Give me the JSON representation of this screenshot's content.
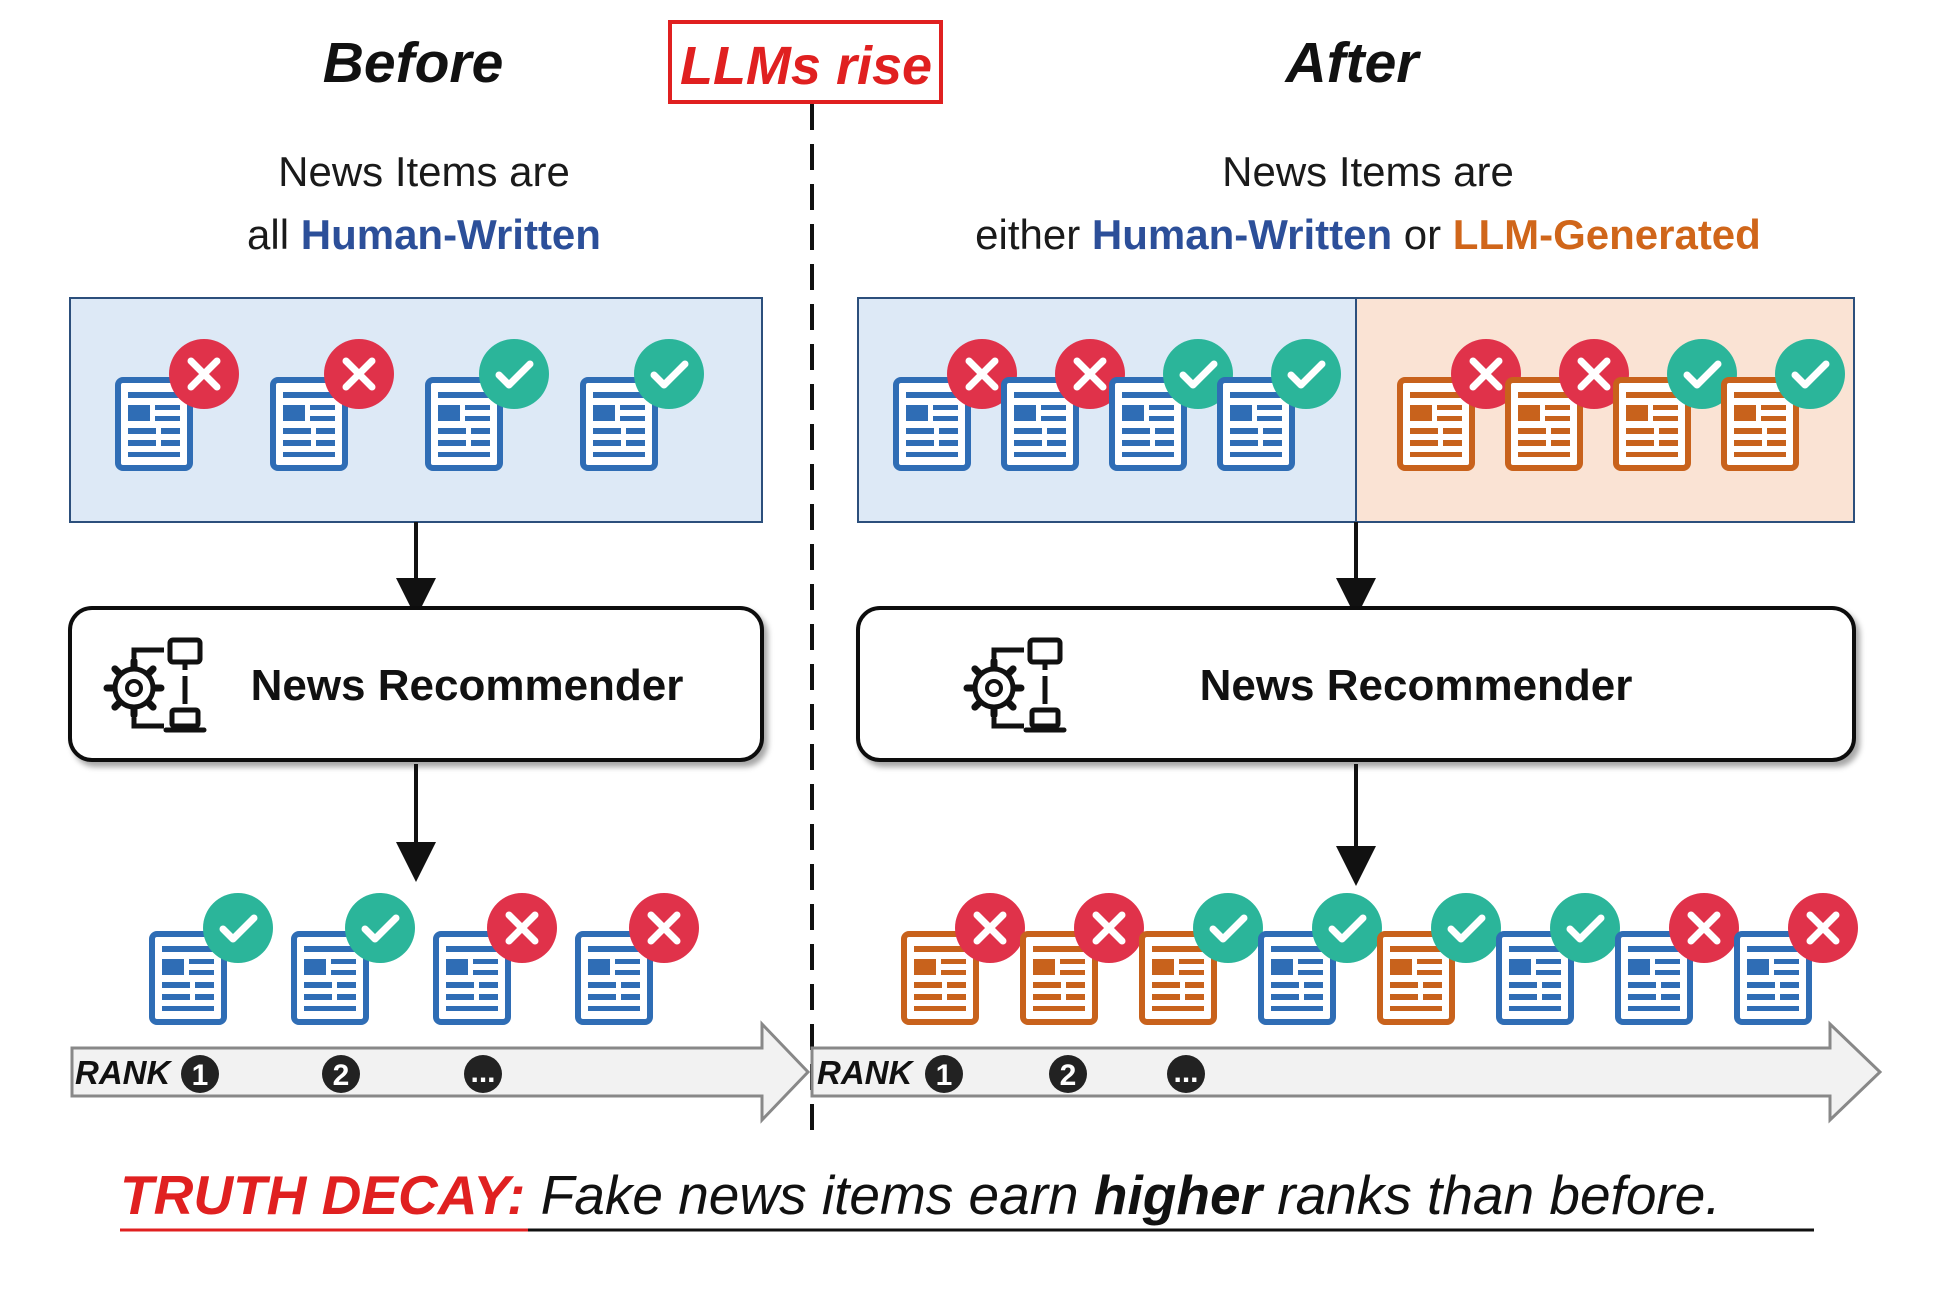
{
  "left": {
    "title": "Before",
    "desc_line1": "News Items are",
    "desc_line2_prefix": "all ",
    "desc_line2_human": "Human-Written",
    "recommender": "News Recommender",
    "pool": [
      "human-fake",
      "human-fake",
      "human-real",
      "human-real"
    ],
    "ranked": [
      "human-real",
      "human-real",
      "human-fake",
      "human-fake"
    ],
    "rank_label": "RANK",
    "rank_marks": [
      "1",
      "2",
      "..."
    ]
  },
  "divider_label": "LLMs rise",
  "right": {
    "title": "After",
    "desc_line1": "News Items are",
    "desc_line2_prefix": "either ",
    "desc_line2_human": "Human-Written",
    "desc_line2_mid": " or ",
    "desc_line2_llm": "LLM-Generated",
    "recommender": "News Recommender",
    "pool_human": [
      "human-fake",
      "human-fake",
      "human-real",
      "human-real"
    ],
    "pool_llm": [
      "llm-fake",
      "llm-fake",
      "llm-real",
      "llm-real"
    ],
    "ranked": [
      "llm-fake",
      "llm-fake",
      "llm-real",
      "human-real",
      "llm-real",
      "human-real",
      "human-fake",
      "human-fake"
    ],
    "rank_label": "RANK",
    "rank_marks": [
      "1",
      "2",
      "..."
    ]
  },
  "caption": {
    "lead": "TRUTH DECAY:",
    "part1": " Fake news items earn ",
    "bold": "higher",
    "part2": " ranks than before."
  },
  "colors": {
    "human": "#2f6db5",
    "llm": "#c8621c",
    "fake_badge": "#e0324a",
    "real_badge": "#2bb59a",
    "human_panel": "#dde9f6",
    "llm_panel": "#fae3d4",
    "accent_red": "#e02020"
  },
  "icons": {
    "news": "newspaper-icon",
    "fake": "cross-badge-icon",
    "real": "check-badge-icon",
    "recommender": "gear-network-icon"
  }
}
